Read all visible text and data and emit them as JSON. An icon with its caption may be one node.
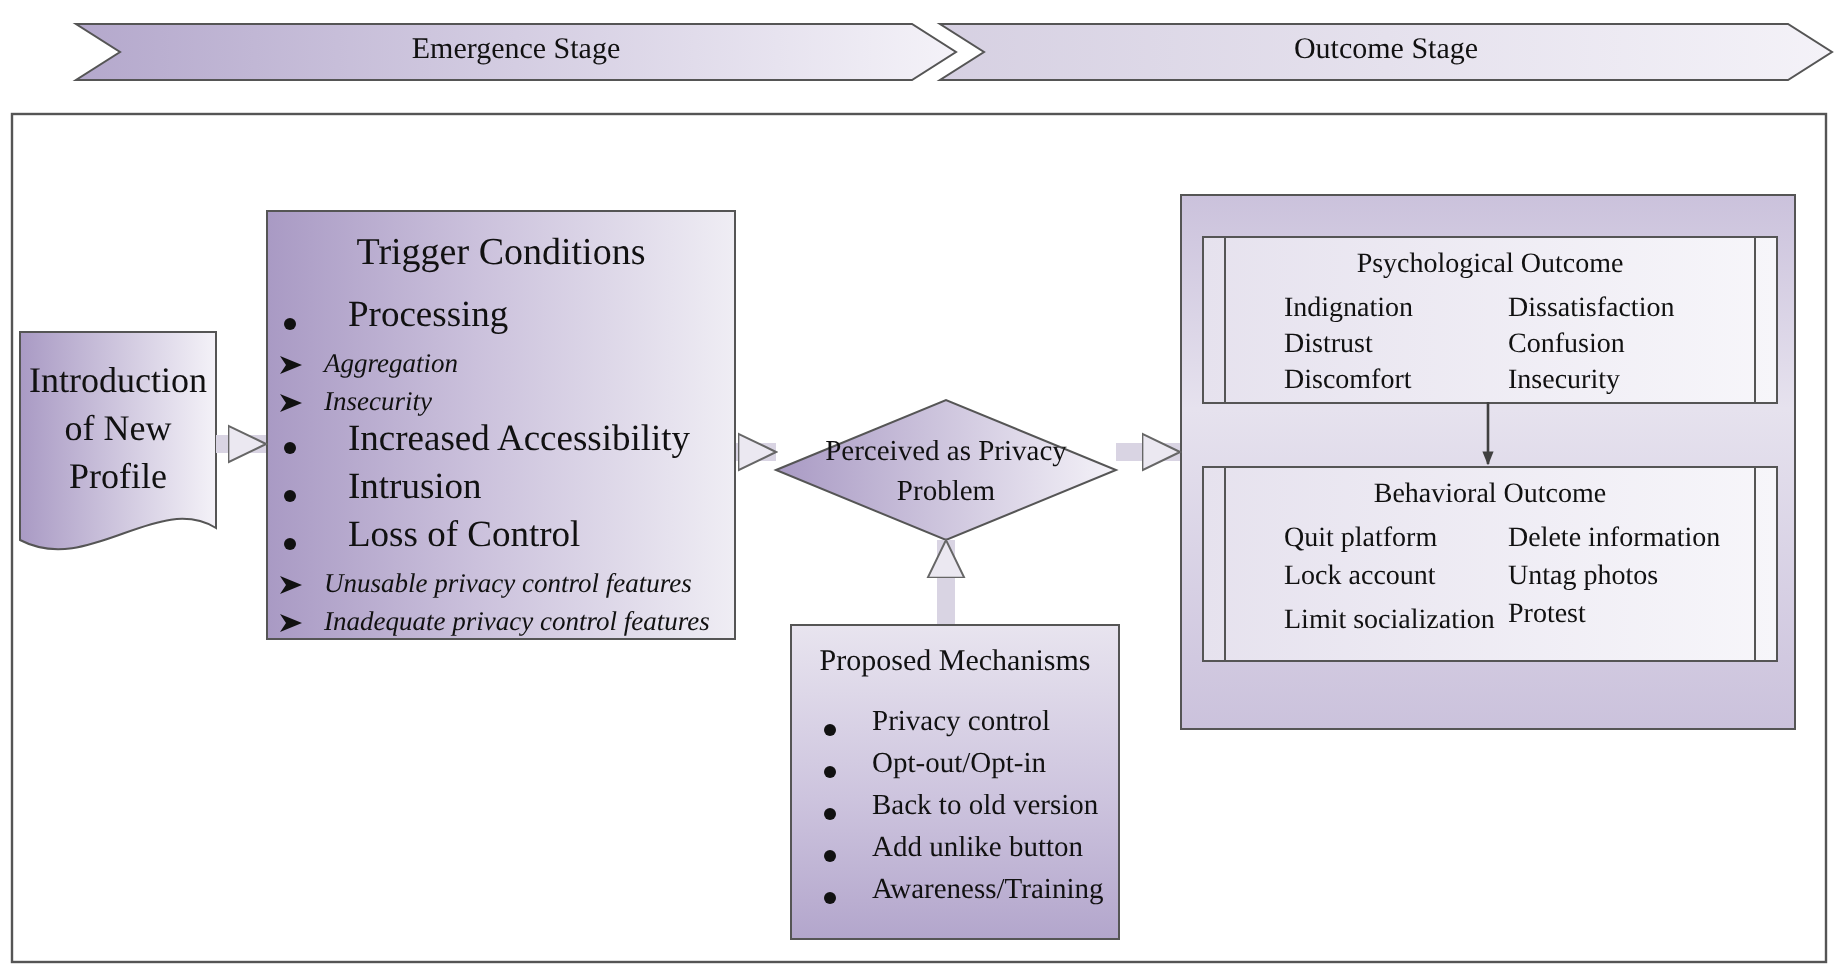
{
  "diagram": {
    "nodes": [
      {
        "text": [
          "Emergence Stage"
        ]
      },
      {
        "text": [
          "Outcome Stage"
        ]
      },
      {
        "text": [
          "Introduction of New Profile"
        ]
      },
      {
        "text": [
          "Trigger Conditions",
          "Processing",
          "Aggregation",
          "Insecurity",
          "Increased Accessibility",
          "Intrusion",
          "Loss of Control",
          "Unusable privacy control features",
          "Inadequate privacy control features"
        ]
      },
      {
        "text": [
          "Perceived as Privacy Problem"
        ]
      },
      {
        "text": [
          "Proposed Mechanisms",
          "Privacy control",
          "Opt-out/Opt-in",
          "Back to old version",
          "Add unlike button",
          "Awareness/Training"
        ]
      },
      {
        "text": [],
        "shape": "box"
      },
      {
        "text": [
          "Psychological Outcome",
          "Indignation",
          "Dissatisfaction",
          "Distrust",
          "Confusion",
          "Discomfort",
          "Insecurity"
        ],
        "in": 6
      },
      {
        "text": [
          "Behavioral Outcome",
          "Quit platform",
          "Delete information",
          "Lock account",
          "Untag photos",
          "Limit socialization",
          "Protest"
        ],
        "in": 6
      }
    ],
    "edges": [
      {
        "from": 2,
        "to": 3,
        "arrow": "to"
      },
      {
        "from": 3,
        "to": 4,
        "arrow": "to"
      },
      {
        "from": 5,
        "to": 4,
        "arrow": "to"
      },
      {
        "from": 4,
        "to": 6,
        "arrow": "to"
      },
      {
        "from": 7,
        "to": 8,
        "arrow": "to",
        "color": "#404040"
      }
    ]
  }
}
